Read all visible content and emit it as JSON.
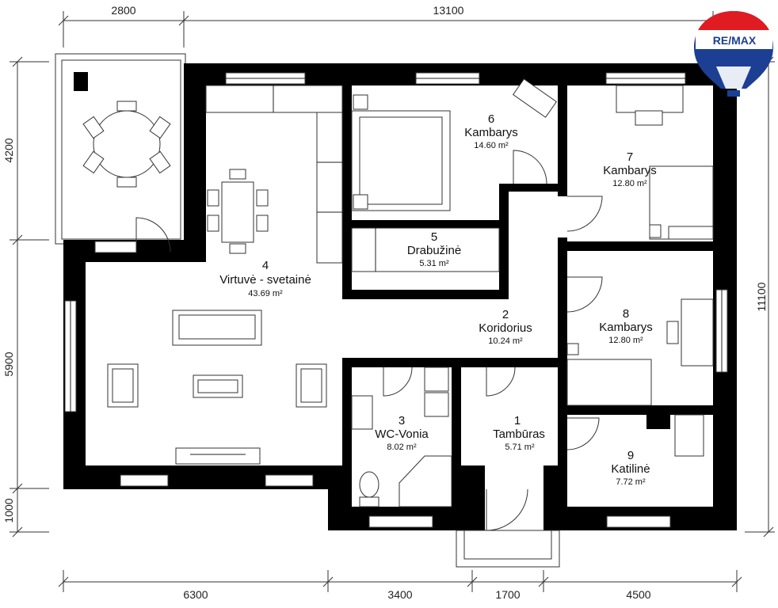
{
  "logo": {
    "text": "RE/MAX",
    "colors": {
      "red": "#e11b22",
      "blue": "#1c3f94",
      "white": "#ffffff"
    }
  },
  "dimensions": {
    "top": [
      "2800",
      "13100"
    ],
    "bottom": [
      "6300",
      "3400",
      "1700",
      "4500"
    ],
    "left": [
      "4200",
      "5900",
      "1000"
    ],
    "right": [
      "11100"
    ]
  },
  "rooms": [
    {
      "num": "1",
      "name": "Tambūras",
      "area": "5.71 m²"
    },
    {
      "num": "2",
      "name": "Koridorius",
      "area": "10.24 m²"
    },
    {
      "num": "3",
      "name": "WC-Vonia",
      "area": "8.02 m²"
    },
    {
      "num": "4",
      "name": "Virtuvė - svetainė",
      "area": "43.69 m²"
    },
    {
      "num": "5",
      "name": "Drabužinė",
      "area": "5.31 m²"
    },
    {
      "num": "6",
      "name": "Kambarys",
      "area": "14.60 m²"
    },
    {
      "num": "7",
      "name": "Kambarys",
      "area": "12.80 m²"
    },
    {
      "num": "8",
      "name": "Kambarys",
      "area": "12.80 m²"
    },
    {
      "num": "9",
      "name": "Katilinė",
      "area": "7.72 m²"
    }
  ]
}
